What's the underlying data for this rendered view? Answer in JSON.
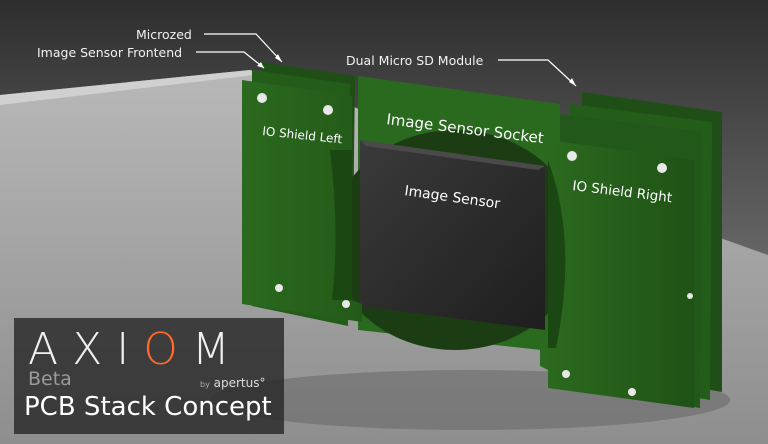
{
  "labels": {
    "microzed": "Microzed",
    "image_sensor_frontend": "Image Sensor Frontend",
    "dual_micro_sd": "Dual Micro SD Module",
    "io_shield_left": "IO Shield Left",
    "image_sensor_socket": "Image Sensor Socket",
    "image_sensor": "Image Sensor",
    "io_shield_right": "IO Shield Right"
  },
  "branding": {
    "logo_start": "AXI",
    "logo_o": "O",
    "logo_end": "M",
    "edition": "Beta",
    "by": "by",
    "maker": "apertus°",
    "caption": "PCB Stack Concept"
  },
  "colors": {
    "pcb_green": "#2f6b1f",
    "sensor_dark": "#2a2a2a",
    "logo_accent": "#ff6a2a"
  }
}
